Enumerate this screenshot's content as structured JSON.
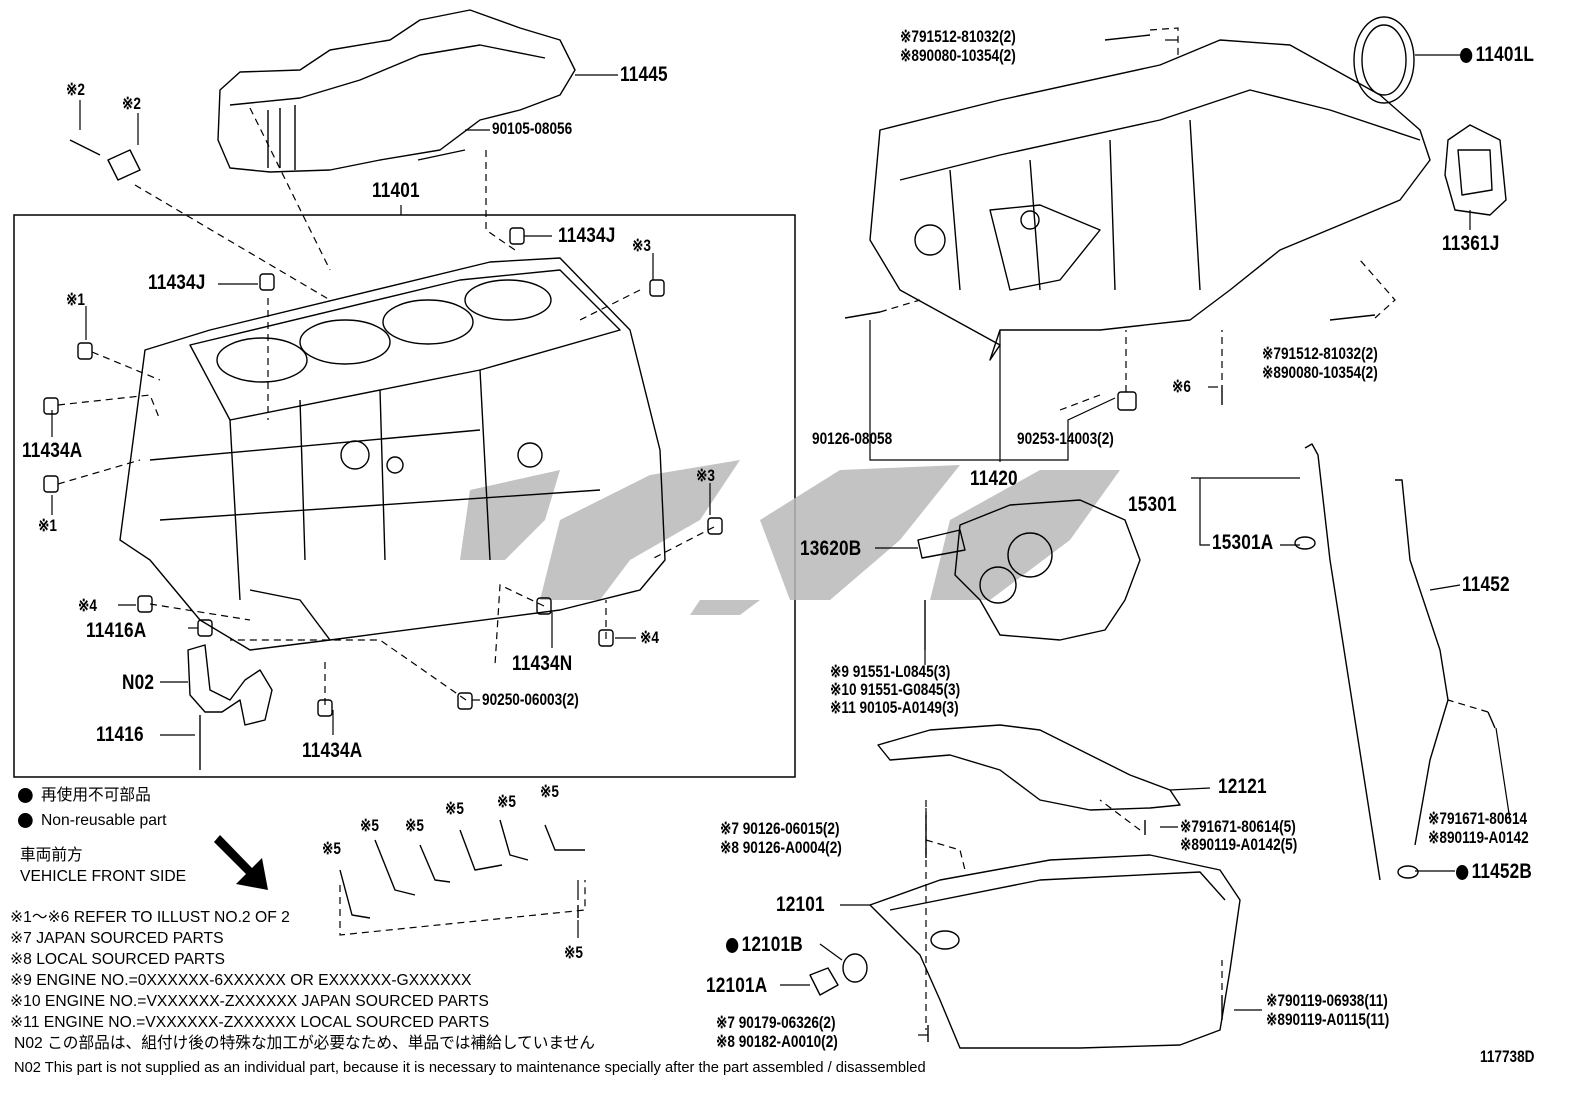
{
  "illustration_id": "117738D",
  "labels": {
    "p11445": "11445",
    "p90105_08056": "90105-08056",
    "p11401": "11401",
    "p11434J": "11434J",
    "p11434A": "11434A",
    "p11434N": "11434N",
    "p11416A": "11416A",
    "p11416": "11416",
    "pN02": "N02",
    "p90250_06003": "90250-06003(2)",
    "mark1": "※1",
    "mark2": "※2",
    "mark3": "※3",
    "mark4": "※4",
    "mark5": "※5",
    "mark6": "※6",
    "m7_791512_81032": "※791512-81032(2)",
    "m8_90080_10354": "※890080-10354(2)",
    "p11401L": "11401L",
    "p11361J": "11361J",
    "p90126_08058": "90126-08058",
    "p90253_14003": "90253-14003(2)",
    "p11420": "11420",
    "p15301": "15301",
    "p15301A": "15301A",
    "p13620B": "13620B",
    "p11452": "11452",
    "m9_91551_L0845": "※9  91551-L0845(3)",
    "m10_91551_G0845": "※10 91551-G0845(3)",
    "m11_90105_A0149": "※11 90105-A0149(3)",
    "p12121": "12121",
    "m7_791671_80614_edge": "※791671-80614",
    "m8_90119_A0142_edge": "※890119-A0142",
    "m7_90126_06015": "※7 90126-06015(2)",
    "m8_90126_A0004": "※8 90126-A0004(2)",
    "m7_791671_80614": "※791671-80614(5)",
    "m8_90119_A0142": "※890119-A0142(5)",
    "p11452B": "11452B",
    "p12101": "12101",
    "p12101B": "12101B",
    "p12101A": "12101A",
    "m7_790119_06938": "※790119-06938(11)",
    "m8_90119_A0115": "※890119-A0115(11)",
    "m7_90179_06326": "※7 90179-06326(2)",
    "m8_90182_A0010": "※8 90182-A0010(2)"
  },
  "legend": {
    "non_reusable_jp": "再使用不可部品",
    "non_reusable_en": "Non-reusable part",
    "vehicle_front_jp": "車両前方",
    "vehicle_front_en": "VEHICLE FRONT SIDE"
  },
  "notes": [
    "※1～※6 REFER TO ILLUST NO.2 OF 2",
    "※7 JAPAN SOURCED PARTS",
    "※8 LOCAL SOURCED PARTS",
    "※9 ENGINE NO.=0XXXXXX-6XXXXXX OR EXXXXXX-GXXXXXX",
    "※10 ENGINE NO.=VXXXXXX-ZXXXXXX JAPAN SOURCED PARTS",
    "※11 ENGINE NO.=VXXXXXX-ZXXXXXX LOCAL SOURCED PARTS",
    "N02  この部品は、組付け後の特殊な加工が必要なため、単品では補給していません",
    "N02  This part is not supplied as an individual part, because it is necessary to maintenance specially after the part assembled / disassembled"
  ]
}
